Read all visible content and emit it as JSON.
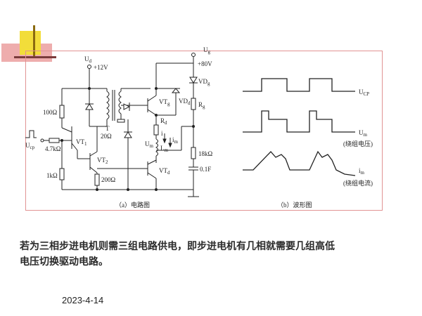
{
  "circuit": {
    "ud_label": "U",
    "ud_sub": "d",
    "ud_voltage": "+12V",
    "ug_label": "U",
    "ug_sub": "g",
    "ug_voltage": "+80V",
    "r_100": "100Ω",
    "r_47k": "4.7kΩ",
    "r_1k": "1kΩ",
    "r_200": "200Ω",
    "r_20": "20Ω",
    "t_label": "T",
    "vt1": "VT",
    "vt1_sub": "1",
    "vt2": "VT",
    "vt2_sub": "2",
    "vtg": "VT",
    "vtg_sub": "g",
    "vtd": "VT",
    "vtd_sub": "d",
    "vdd": "VD",
    "vdd_sub": "d",
    "vdg": "VD",
    "vdg_sub": "g",
    "rg": "R",
    "rg_sub": "g",
    "rd": "R",
    "rd_sub": "d",
    "um": "U",
    "um_sub": "m",
    "lm": "L",
    "lm_sub": "m",
    "i_label": "i",
    "im_label": "i",
    "im_sub": "m",
    "r_18k": "18kΩ",
    "c_01": "0.1F",
    "ucp_in": "U",
    "ucp_in_sub": "cp",
    "caption_a": "（a）电路图"
  },
  "waveform": {
    "ucp": "U",
    "ucp_sub": "CP",
    "um": "U",
    "um_sub": "m",
    "um_note": "(绕组电压)",
    "im": "i",
    "im_sub": "m",
    "im_note": "(绕组电流)",
    "caption_b": "（b）波形图"
  },
  "text": {
    "caption_line1": "若为三相步进电机则需三组电路供电，即步进电机有几相就需要几组高低",
    "caption_line2": "电压切换驱动电路。",
    "date": "2023-4-14"
  }
}
